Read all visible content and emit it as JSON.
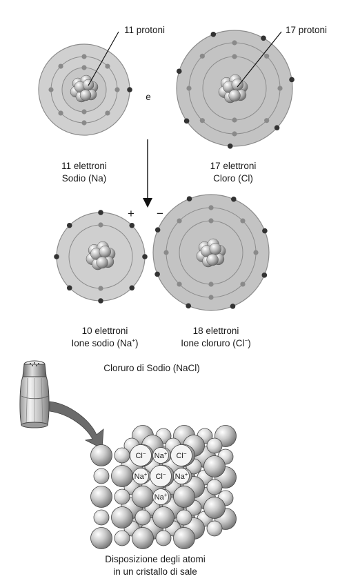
{
  "labels": {
    "sodium_protons": "11 protoni",
    "chlorine_protons": "17 protoni",
    "conjunction": "e",
    "sodium_electrons": "11 elettroni",
    "sodium_name": "Sodio (Na)",
    "chlorine_electrons": "17 elettroni",
    "chlorine_name": "Cloro (Cl)",
    "plus_sign": "+",
    "minus_sign": "−",
    "ion_na_electrons": "10 elettroni",
    "ion_na_name": "Ione sodio (Na",
    "ion_na_charge": "+",
    "ion_na_close": ")",
    "ion_cl_electrons": "18 elettroni",
    "ion_cl_name": "Ione cloruro (Cl",
    "ion_cl_charge": "−",
    "ion_cl_close": ")",
    "compound": "Cloruro di Sodio (NaCl)",
    "crystal_caption_1": "Disposizione degli atomi",
    "crystal_caption_2": "in un cristallo di sale"
  },
  "crystal_labels": {
    "cl": "Cl",
    "cl_charge": "−",
    "na": "Na",
    "na_charge": "+"
  },
  "colors": {
    "shell_fill_sodium": "#cfcfcf",
    "shell_fill_chlorine": "#c4c4c4",
    "electron_inner": "#8a8a8a",
    "electron_outer": "#333333",
    "arrow_brown": "#6b6b6b"
  }
}
